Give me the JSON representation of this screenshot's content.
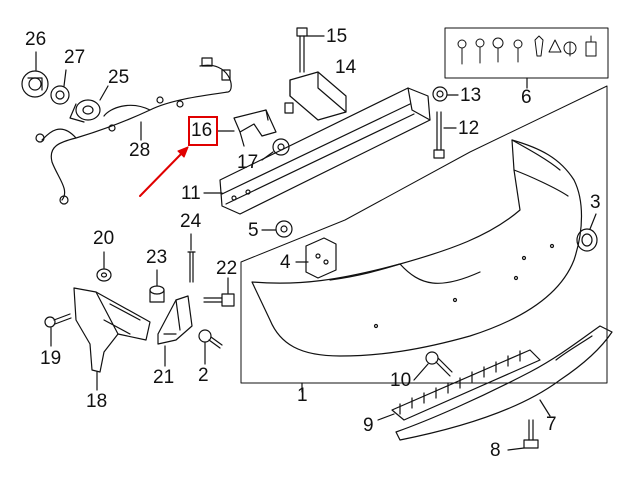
{
  "diagram": {
    "highlighted_part": "16",
    "highlight_color": "#e00000",
    "line_color": "#111111",
    "callouts": [
      {
        "id": "c1",
        "label": "1"
      },
      {
        "id": "c2",
        "label": "2"
      },
      {
        "id": "c3",
        "label": "3"
      },
      {
        "id": "c4",
        "label": "4"
      },
      {
        "id": "c5",
        "label": "5"
      },
      {
        "id": "c6",
        "label": "6"
      },
      {
        "id": "c7",
        "label": "7"
      },
      {
        "id": "c8",
        "label": "8"
      },
      {
        "id": "c9",
        "label": "9"
      },
      {
        "id": "c10",
        "label": "10"
      },
      {
        "id": "c11",
        "label": "11"
      },
      {
        "id": "c12",
        "label": "12"
      },
      {
        "id": "c13",
        "label": "13"
      },
      {
        "id": "c14",
        "label": "14"
      },
      {
        "id": "c15",
        "label": "15"
      },
      {
        "id": "c16",
        "label": "16"
      },
      {
        "id": "c17",
        "label": "17"
      },
      {
        "id": "c18",
        "label": "18"
      },
      {
        "id": "c19",
        "label": "19"
      },
      {
        "id": "c20",
        "label": "20"
      },
      {
        "id": "c21",
        "label": "21"
      },
      {
        "id": "c22",
        "label": "22"
      },
      {
        "id": "c23",
        "label": "23"
      },
      {
        "id": "c24",
        "label": "24"
      },
      {
        "id": "c25",
        "label": "25"
      },
      {
        "id": "c26",
        "label": "26"
      },
      {
        "id": "c27",
        "label": "27"
      },
      {
        "id": "c28",
        "label": "28"
      }
    ]
  }
}
